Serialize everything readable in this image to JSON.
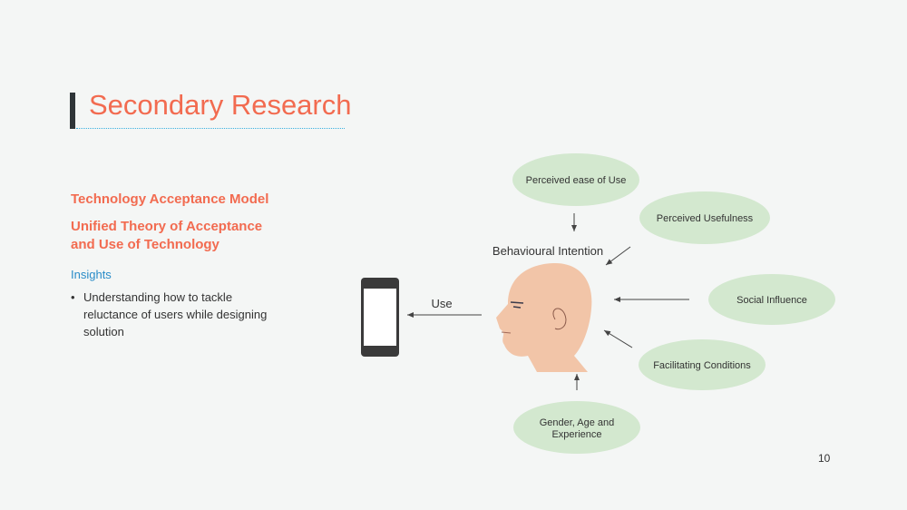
{
  "title": "Secondary Research",
  "left": {
    "heading1": "Technology Acceptance Model",
    "heading2": "Unified Theory of Acceptance and Use of Technology",
    "insights_label": "Insights",
    "bullet": "Understanding how to tackle reluctance of users while designing solution"
  },
  "diagram": {
    "center_label": "Behavioural Intention",
    "use_label": "Use",
    "factors": [
      "Perceived ease of Use",
      "Perceived Usefulness",
      "Social Influence",
      "Facilitating Conditions",
      "Gender, Age and",
      "Experience"
    ]
  },
  "page_number": "10",
  "colors": {
    "accent": "#f26b50",
    "ellipse": "#d3e8cf"
  }
}
